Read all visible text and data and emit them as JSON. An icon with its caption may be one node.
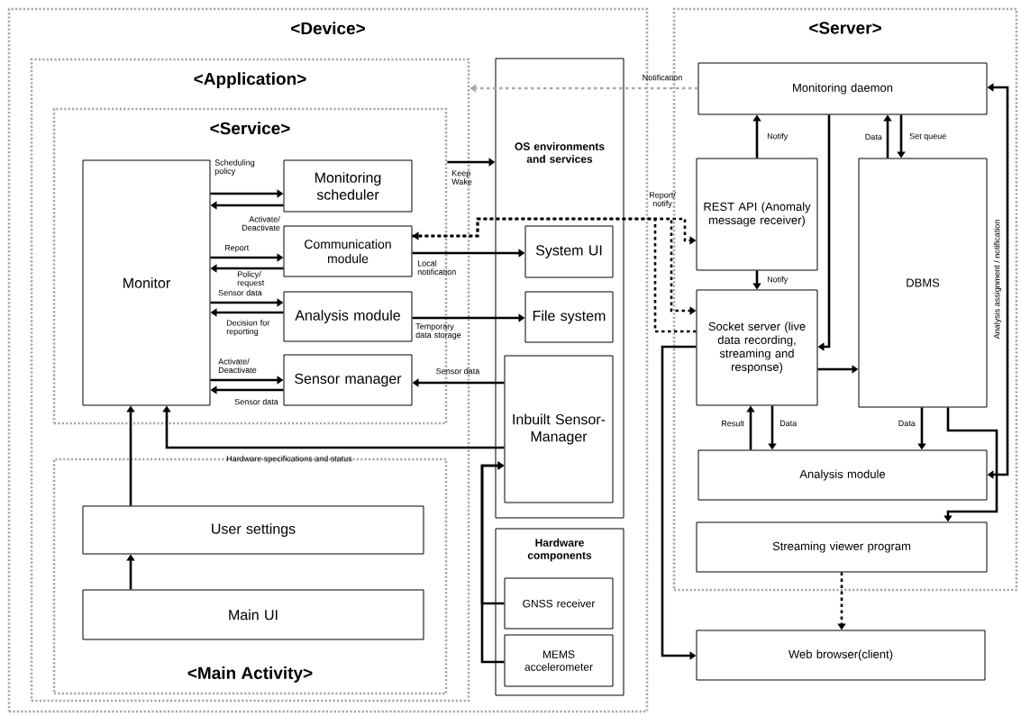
{
  "diagram": {
    "nodes": [
      {
        "text": [
          "<Device>"
        ]
      },
      {
        "text": [
          "<Application>"
        ],
        "in": 0
      },
      {
        "text": [
          "<Service>"
        ],
        "in": 1
      },
      {
        "text": [
          "Monitor"
        ],
        "in": 2
      },
      {
        "text": [
          "Monitoring scheduler"
        ],
        "in": 2
      },
      {
        "text": [
          "Communication module"
        ],
        "in": 2
      },
      {
        "text": [
          "Analysis module"
        ],
        "in": 2
      },
      {
        "text": [
          "Sensor manager"
        ],
        "in": 2
      },
      {
        "text": [
          "<Main Activity>"
        ],
        "in": 1
      },
      {
        "text": [
          "User settings"
        ],
        "in": 8
      },
      {
        "text": [
          "Main UI"
        ],
        "in": 8
      },
      {
        "text": [
          "OS environments and services"
        ],
        "in": 0
      },
      {
        "text": [
          "System UI"
        ],
        "in": 11
      },
      {
        "text": [
          "File system"
        ],
        "in": 11
      },
      {
        "text": [
          "Inbuilt Sensor-Manager"
        ],
        "in": 11
      },
      {
        "text": [
          "Hardware components"
        ],
        "in": 0
      },
      {
        "text": [
          "GNSS receiver"
        ],
        "in": 15
      },
      {
        "text": [
          "MEMS accelerometer"
        ],
        "in": 15
      },
      {
        "text": [
          "<Server>"
        ]
      },
      {
        "text": [
          "Monitoring daemon"
        ],
        "in": 18
      },
      {
        "text": [
          "REST API (Anomaly message receiver)"
        ],
        "in": 18
      },
      {
        "text": [
          "DBMS"
        ],
        "in": 18
      },
      {
        "text": [
          "Socket server (live data recording, streaming and response)"
        ],
        "in": 18
      },
      {
        "text": [
          "Analysis module"
        ],
        "in": 18
      },
      {
        "text": [
          "Streaming viewer program"
        ],
        "in": 18
      },
      {
        "text": [
          "Web browser(client)"
        ]
      }
    ],
    "edges": [
      {
        "from": 3,
        "to": 4,
        "arrow": "to",
        "label": "Scheduling policy"
      },
      {
        "from": 4,
        "to": 3,
        "arrow": "to",
        "label": "Activate/ Deactivate"
      },
      {
        "from": 3,
        "to": 5,
        "arrow": "to",
        "label": "Report"
      },
      {
        "from": 5,
        "to": 3,
        "arrow": "to",
        "label": "Policy/ request"
      },
      {
        "from": 3,
        "to": 6,
        "arrow": "to",
        "label": "Sensor data"
      },
      {
        "from": 6,
        "to": 3,
        "arrow": "to",
        "label": "Decision for reporting"
      },
      {
        "from": 3,
        "to": 7,
        "arrow": "to",
        "label": "Activate/ Deactivate"
      },
      {
        "from": 7,
        "to": 3,
        "arrow": "to",
        "label": "Sensor data"
      },
      {
        "from": 2,
        "to": 11,
        "arrow": "to",
        "label": "Keep Wake"
      },
      {
        "from": 5,
        "to": 12,
        "arrow": "to",
        "label": "Local notification"
      },
      {
        "from": 6,
        "to": 13,
        "arrow": "to",
        "label": "Temporary data storage"
      },
      {
        "from": 14,
        "to": 7,
        "arrow": "to",
        "label": "Sensor data"
      },
      {
        "from": 14,
        "to": 3,
        "arrow": "to",
        "label": "Hardware specifications and status"
      },
      {
        "from": 9,
        "to": 3,
        "arrow": "to"
      },
      {
        "from": 10,
        "to": 9,
        "arrow": "to"
      },
      {
        "from": 16,
        "to": 14,
        "arrow": "to"
      },
      {
        "from": 17,
        "to": 14,
        "arrow": "to"
      },
      {
        "from": 19,
        "to": 1,
        "arrow": "to",
        "label": "Notification",
        "style": "dashed",
        "color": "#aaaaaa"
      },
      {
        "from": 5,
        "to": 20,
        "arrow": "to",
        "label": "Report/ notify",
        "style": "dashed"
      },
      {
        "from": 5,
        "to": 22,
        "arrow": "to",
        "style": "dashed"
      },
      {
        "from": 22,
        "to": 5,
        "arrow": "to",
        "style": "dashed"
      },
      {
        "from": 20,
        "to": 19,
        "arrow": "to",
        "label": "Notify"
      },
      {
        "from": 20,
        "to": 22,
        "arrow": "to",
        "label": "Notify"
      },
      {
        "from": 19,
        "to": 22,
        "arrow": "to"
      },
      {
        "from": 21,
        "to": 19,
        "arrow": "to",
        "label": "Data"
      },
      {
        "from": 19,
        "to": 21,
        "arrow": "to",
        "label": "Set queue"
      },
      {
        "from": 22,
        "to": 21,
        "arrow": "to"
      },
      {
        "from": 23,
        "to": 22,
        "arrow": "to",
        "label": "Result"
      },
      {
        "from": 22,
        "to": 23,
        "arrow": "to",
        "label": "Data"
      },
      {
        "from": 21,
        "to": 23,
        "arrow": "to",
        "label": "Data"
      },
      {
        "from": 21,
        "to": 24,
        "arrow": "to"
      },
      {
        "from": 19,
        "to": 23,
        "arrow": "both",
        "label": "Analysis assignment / notification"
      },
      {
        "from": 24,
        "to": 25,
        "arrow": "to",
        "style": "dashed"
      },
      {
        "from": 22,
        "to": 25,
        "arrow": "to"
      }
    ]
  }
}
